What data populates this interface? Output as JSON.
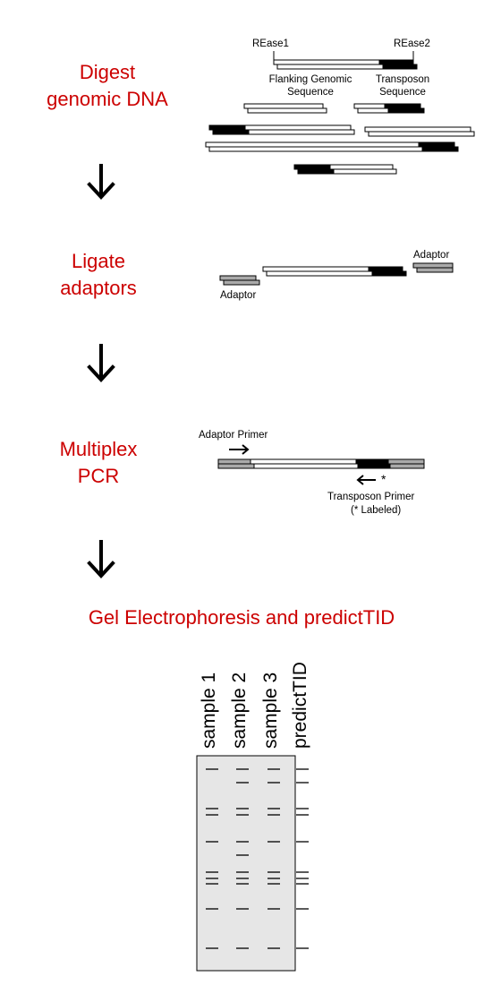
{
  "steps": {
    "digest": {
      "line1": "Digest",
      "line2": "genomic DNA"
    },
    "ligate": {
      "line1": "Ligate",
      "line2": "adaptors"
    },
    "pcr": {
      "line1": "Multiplex",
      "line2": "PCR"
    },
    "gel": {
      "title": "Gel Electrophoresis and predictTID"
    }
  },
  "digest_labels": {
    "rease1": "REase1",
    "rease2": "REase2",
    "flanking": "Flanking Genomic\nSequence",
    "transposon": "Transposon\nSequence"
  },
  "ligate_labels": {
    "adaptor_right": "Adaptor",
    "adaptor_left": "Adaptor"
  },
  "pcr_labels": {
    "adaptor_primer": "Adaptor Primer",
    "transposon_primer": "Transposon Primer",
    "labeled_note": "(* Labeled)",
    "asterisk": "*"
  },
  "gel": {
    "lanes": [
      "sample 1",
      "sample 2",
      "sample 3",
      "predictTID"
    ]
  },
  "colors": {
    "step_text": "#cc0000",
    "gel_bg": "#e6e6e6",
    "adaptor_fill": "#aaaaaa",
    "transposon_fill": "#000000"
  }
}
